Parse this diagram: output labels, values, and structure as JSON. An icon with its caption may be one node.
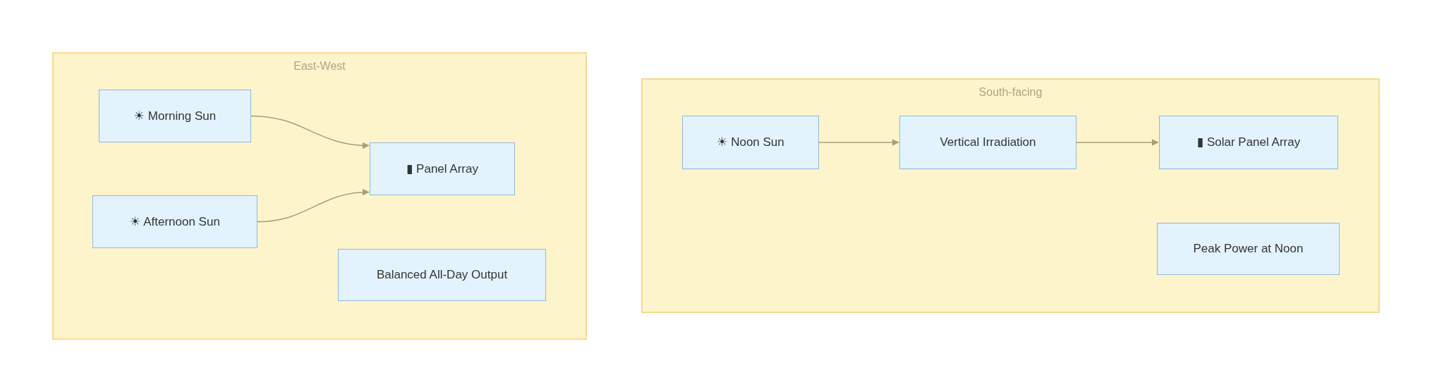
{
  "diagram": {
    "nodes": [
      {
        "text": [
          "East-West"
        ]
      },
      {
        "text": [
          "☀ Morning Sun"
        ],
        "in": 0
      },
      {
        "text": [
          "▮ Panel Array"
        ],
        "in": 0
      },
      {
        "text": [
          "☀ Afternoon Sun"
        ],
        "in": 0
      },
      {
        "text": [
          "Balanced All-Day Output"
        ],
        "in": 0
      },
      {
        "text": [
          "South-facing"
        ]
      },
      {
        "text": [
          "☀ Noon Sun"
        ],
        "in": 5
      },
      {
        "text": [
          "Vertical Irradiation"
        ],
        "in": 5
      },
      {
        "text": [
          "▮ Solar Panel Array"
        ],
        "in": 5
      },
      {
        "text": [
          "Peak Power at Noon"
        ],
        "in": 5
      }
    ],
    "edges": [
      {
        "from": 1,
        "to": 2,
        "arrow": "to"
      },
      {
        "from": 3,
        "to": 2,
        "arrow": "to"
      },
      {
        "from": 6,
        "to": 7,
        "arrow": "to"
      },
      {
        "from": 7,
        "to": 8,
        "arrow": "to"
      }
    ]
  }
}
